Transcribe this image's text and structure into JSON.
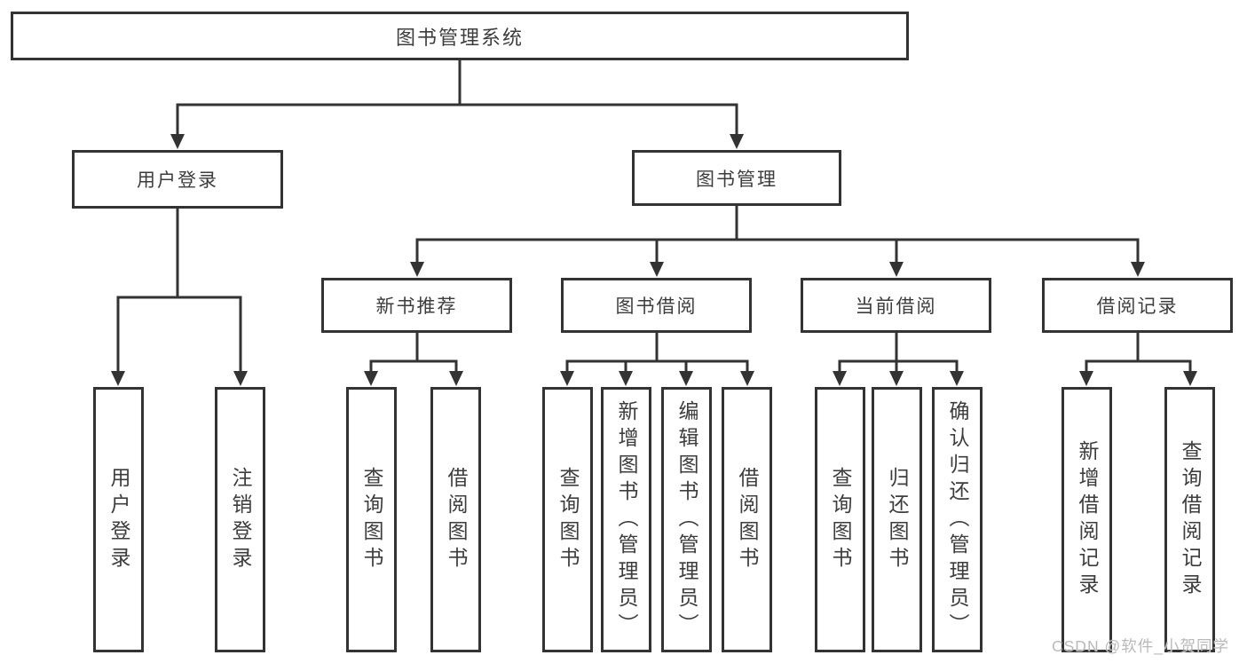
{
  "tree": {
    "root": "图书管理系统",
    "l2": [
      "用户登录",
      "图书管理"
    ],
    "l3": [
      "新书推荐",
      "图书借阅",
      "当前借阅",
      "借阅记录"
    ],
    "leaves": [
      "用户登录",
      "注销登录",
      "查询图书",
      "借阅图书",
      "查询图书",
      "新增图书（管理员）",
      "编辑图书（管理员）",
      "借阅图书",
      "查询图书",
      "归还图书",
      "确认归还（管理员）",
      "新增借阅记录",
      "查询借阅记录"
    ]
  },
  "colors": {
    "line": "#333333",
    "text": "#3d3d3d",
    "watermark": "#b9b9b9"
  },
  "watermark": "CSDN @软件_小贺同学"
}
